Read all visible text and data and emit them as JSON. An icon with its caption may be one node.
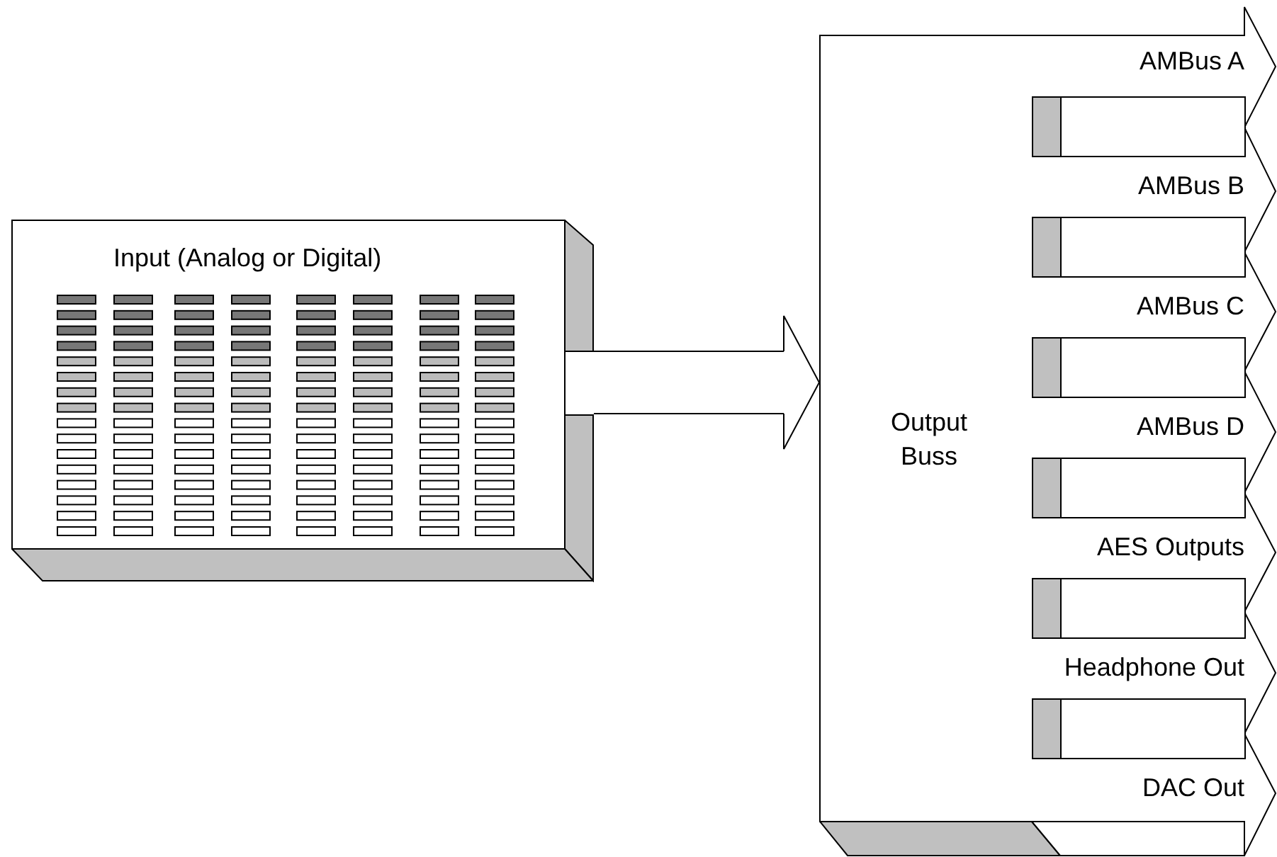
{
  "diagram": {
    "nodes": [
      {
        "text": [
          "Input (Analog or Digital)"
        ]
      },
      {
        "text": [
          "Output Buss"
        ]
      },
      {
        "text": [
          "AMBus A"
        ],
        "in": 1
      },
      {
        "text": [
          "AMBus B"
        ],
        "in": 1
      },
      {
        "text": [
          "AMBus C"
        ],
        "in": 1
      },
      {
        "text": [
          "AMBus D"
        ],
        "in": 1
      },
      {
        "text": [
          "AES Outputs"
        ],
        "in": 1
      },
      {
        "text": [
          "Headphone Out"
        ],
        "in": 1
      },
      {
        "text": [
          "DAC Out"
        ],
        "in": 1
      }
    ],
    "edges": [
      {
        "from": 0,
        "to": 1,
        "arrow": "to"
      }
    ]
  }
}
